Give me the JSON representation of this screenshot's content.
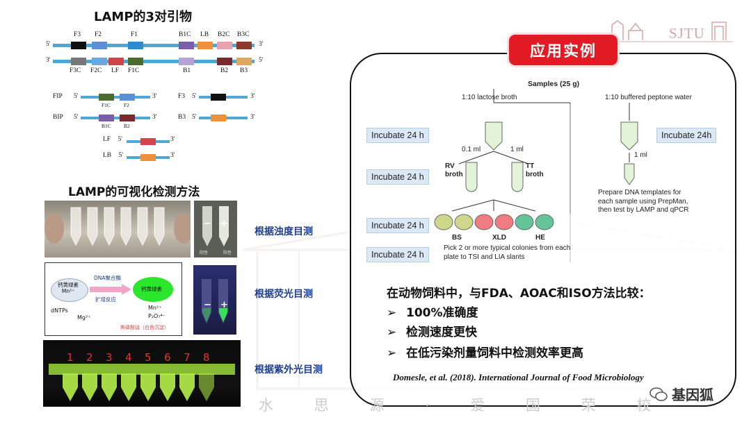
{
  "header": {
    "logo_text": "SJTU",
    "badge": "应用实例",
    "motto": "水 思 源 · 爱 国 荣 校"
  },
  "primers": {
    "title": "LAMP的3对引物",
    "end5": "5'",
    "end3": "3'",
    "top_labels": [
      "F3",
      "F2",
      "F1",
      "B1C",
      "LB",
      "B2C",
      "B3C"
    ],
    "bottom_labels": [
      "F3C",
      "F2C",
      "LF",
      "F1C",
      "B1",
      "B2",
      "B3"
    ],
    "fip": "FIP",
    "fip_sub": [
      "F1C",
      "F2"
    ],
    "bip": "BIP",
    "bip_sub": [
      "B1C",
      "B2"
    ],
    "f3": "F3",
    "b3": "B3",
    "lf": "LF",
    "lb": "LB"
  },
  "visual": {
    "title": "LAMP的可视化检测方法",
    "methods": [
      "根据浊度目测",
      "根据荧光目测",
      "根据紫外光目测"
    ],
    "tube_numbers": [
      "1",
      "2",
      "3",
      "4",
      "5",
      "6",
      "7",
      "8"
    ],
    "fluor_diagram": {
      "left_bubble": "钙黄绿素\nMn²⁺",
      "right_bubble": "钙黄绿素",
      "arrow_top": "DNA聚合酶",
      "arrow_bottom": "扩增反应",
      "dntps": "dNTPs",
      "mg": "Mg²⁺",
      "mn": "Mn²⁺",
      "p2o7": "P₂O₇⁴⁻",
      "bottom": "焦磷酸锰（白色沉淀）"
    },
    "minus": "−",
    "plus": "+",
    "neg_label": "阴性",
    "pos_label": "阳性"
  },
  "flowchart": {
    "samples": "Samples (25 g)",
    "lactose": "1:10 lactose broth",
    "peptone": "1:10 buffered peptone water",
    "incubate": [
      "Incubate 24 h",
      "Incubate 24 h",
      "Incubate 24 h",
      "Incubate 24 h"
    ],
    "incubate_right": "Incubate 24h",
    "vol_01": "0.1 ml",
    "vol_1": "1 ml",
    "vol_1_right": "1 ml",
    "rv": "RV\nbroth",
    "tt": "TT\nbroth",
    "plates": [
      "BS",
      "XLD",
      "HE"
    ],
    "plate_colors": [
      "#cfd88a",
      "#cfd88a",
      "#f07b80",
      "#f07b80",
      "#66c49a",
      "#66c49a"
    ],
    "pick_text": "Pick 2 or more typical colonies from each\nplate to TSI and LIA slants",
    "prepare_text": "Prepare DNA templates for\neach sample using PrepMan,\nthen test by LAMP and qPCR"
  },
  "comparison": {
    "heading": "在动物饲料中，与FDA、AOAC和ISO方法比较：",
    "bullets": [
      "100%准确度",
      "检测速度更快",
      "在低污染剂量饲料中检测效率更高"
    ],
    "bullet_marker": "➢",
    "citation": "Domesle, et al. (2018). International Journal of Food Microbiology"
  },
  "footer": {
    "wechat": "基因狐"
  }
}
